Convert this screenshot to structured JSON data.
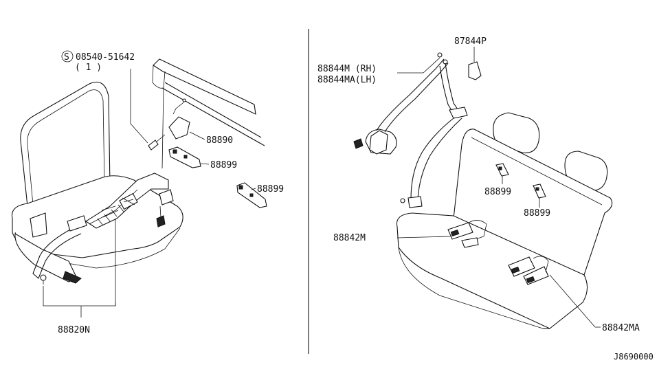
{
  "labels": {
    "bolt_part": "08540-51642",
    "bolt_qty": "( 1 )",
    "bolt_prefix": "S",
    "anchor_cover": "88890",
    "bracket_left_a": "88899",
    "bracket_left_b": "88899",
    "front_belt": "88820N",
    "belt_rh": "88844M (RH)",
    "belt_lh": "88844MA(LH)",
    "cap": "87844P",
    "bracket_rear_a": "88899",
    "bracket_rear_b": "88899",
    "buckle_center": "88842M",
    "buckle_rear": "88842MA",
    "diagram_code": "J8690000"
  },
  "colors": {
    "line": "#111111",
    "background": "#ffffff"
  }
}
